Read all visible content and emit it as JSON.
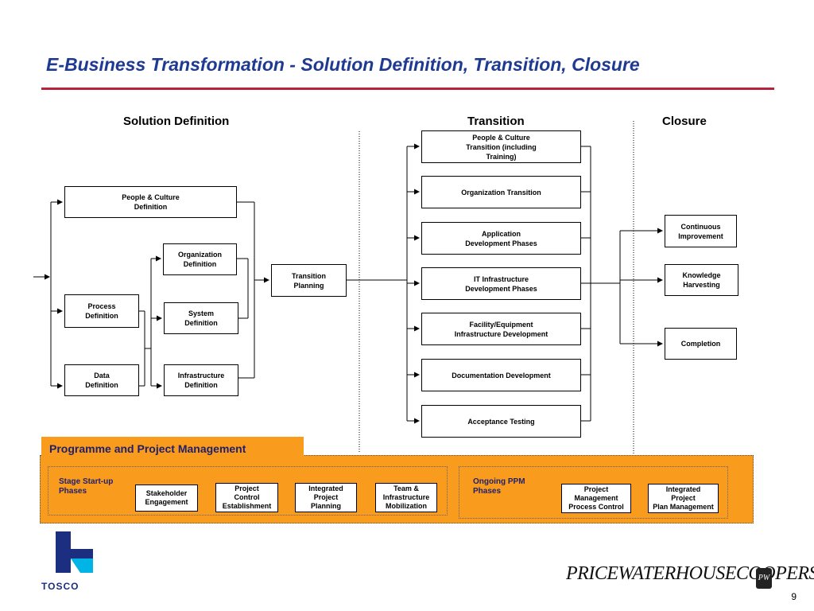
{
  "title": "E-Business Transformation - Solution Definition, Transition, Closure",
  "colors": {
    "title": "#1f3a93",
    "rule": "#b5243a",
    "band": "#f99b1c",
    "logo_blue": "#1b2e80",
    "logo_cyan": "#00b4e6"
  },
  "columns": {
    "solution": "Solution Definition",
    "transition": "Transition",
    "closure": "Closure"
  },
  "solution": {
    "people_culture": "People & Culture\nDefinition",
    "organization": "Organization\nDefinition",
    "process": "Process\nDefinition",
    "system": "System\nDefinition",
    "data": "Data\nDefinition",
    "infrastructure": "Infrastructure\nDefinition",
    "transition_planning": "Transition\nPlanning"
  },
  "transition": [
    "People & Culture\nTransition (including\nTraining)",
    "Organization Transition",
    "Application\nDevelopment Phases",
    "IT Infrastructure\nDevelopment Phases",
    "Facility/Equipment\nInfrastructure Development",
    "Documentation Development",
    "Acceptance Testing"
  ],
  "closure": [
    "Continuous\nImprovement",
    "Knowledge\nHarvesting",
    "Completion"
  ],
  "ppm": {
    "heading": "Programme and Project Management",
    "stage_label": "Stage Start-up\nPhases",
    "stage_items": [
      "Stakeholder\nEngagement",
      "Project\nControl\nEstablishment",
      "Integrated\nProject\nPlanning",
      "Team &\nInfrastructure\nMobilization"
    ],
    "ongoing_label": "Ongoing PPM\nPhases",
    "ongoing_items": [
      "Project\nManagement\nProcess Control",
      "Integrated\nProject\nPlan Management"
    ]
  },
  "footer": {
    "logo_text": "TOSCO",
    "pwc_text": "PRICEWATERHOUSECOOPERS",
    "pwc_mark": "PW",
    "page_number": "9"
  }
}
